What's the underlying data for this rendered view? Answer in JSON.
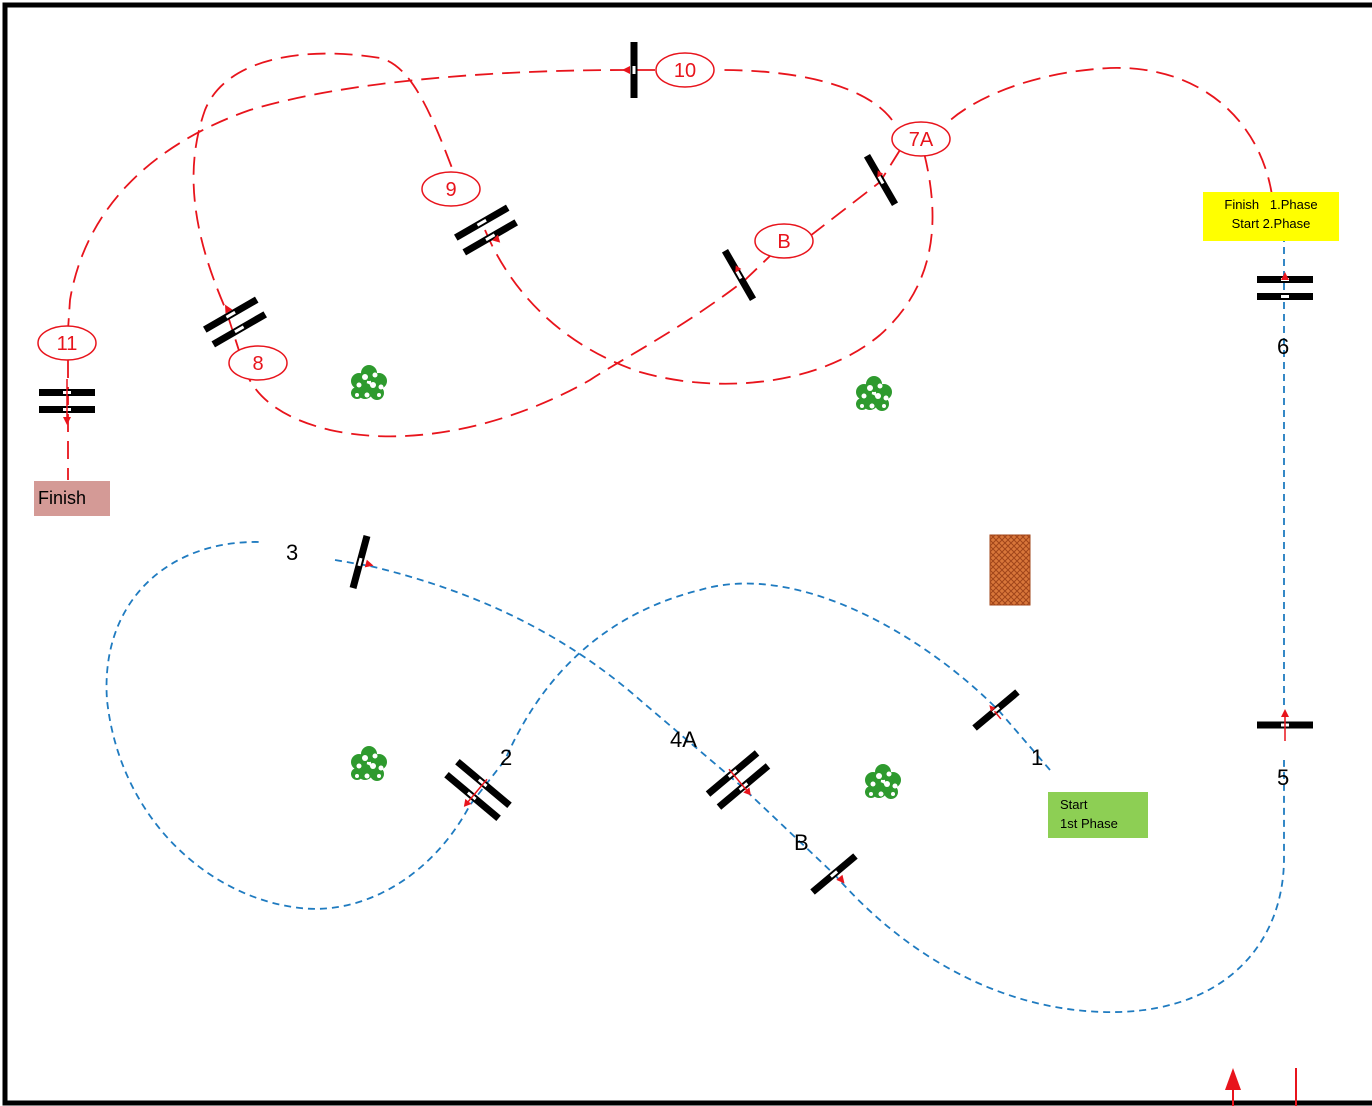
{
  "colors": {
    "phase1_path": "#1f7bc0",
    "phase2_path": "#e8141c",
    "fence_bar": "#000000",
    "arrow": "#e8141c",
    "start_box": "#8dcf54",
    "transition_box": "#ffff00",
    "finish_box": "#d49a96",
    "bush": "#2e9a2e",
    "water_obstacle": "#d8763a"
  },
  "phase1": {
    "labels": [
      "1",
      "2",
      "3",
      "4A",
      "B",
      "5",
      "6"
    ]
  },
  "phase2": {
    "labels": [
      "7A",
      "B",
      "8",
      "9",
      "10",
      "11"
    ]
  },
  "boxes": {
    "start": {
      "line1": "Start",
      "line2": "1st Phase"
    },
    "transition": {
      "line1": "Finish   1.Phase",
      "line2": "Start 2.Phase"
    },
    "finish": {
      "label": "Finish"
    }
  },
  "icons": {
    "bush": "bush-icon",
    "water": "water-obstacle-icon",
    "entry_arrow": "entry-arrow-icon"
  }
}
